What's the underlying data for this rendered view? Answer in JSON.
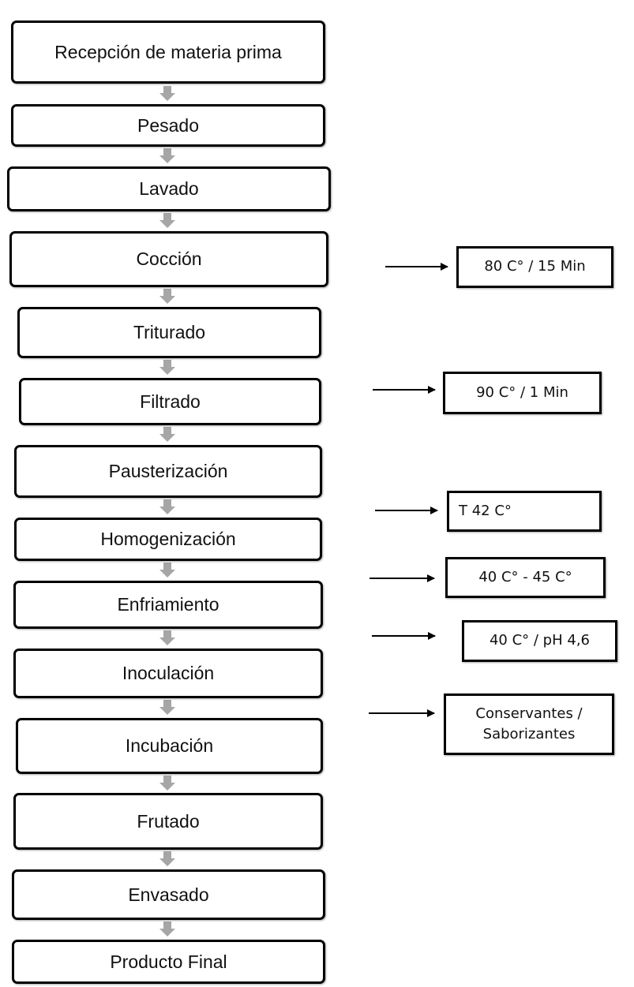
{
  "steps": [
    "Recepción de materia prima",
    "Pesado",
    "Lavado",
    "Cocción",
    "Triturado",
    "Filtrado",
    "Pausterización",
    "Homogenización",
    "Enfriamiento",
    "Inoculación",
    "Incubación",
    "Frutado",
    "Envasado",
    "Producto Final"
  ],
  "parameters": [
    "80 C° / 15 Min",
    "90 C° / 1 Min",
    "T 42 C°",
    "40 C° - 45 C°",
    "40 C° / pH 4,6",
    "Conservantes / Saborizantes"
  ],
  "colors": {
    "flow_arrow": "#a6a6a6",
    "border": "#000000"
  }
}
